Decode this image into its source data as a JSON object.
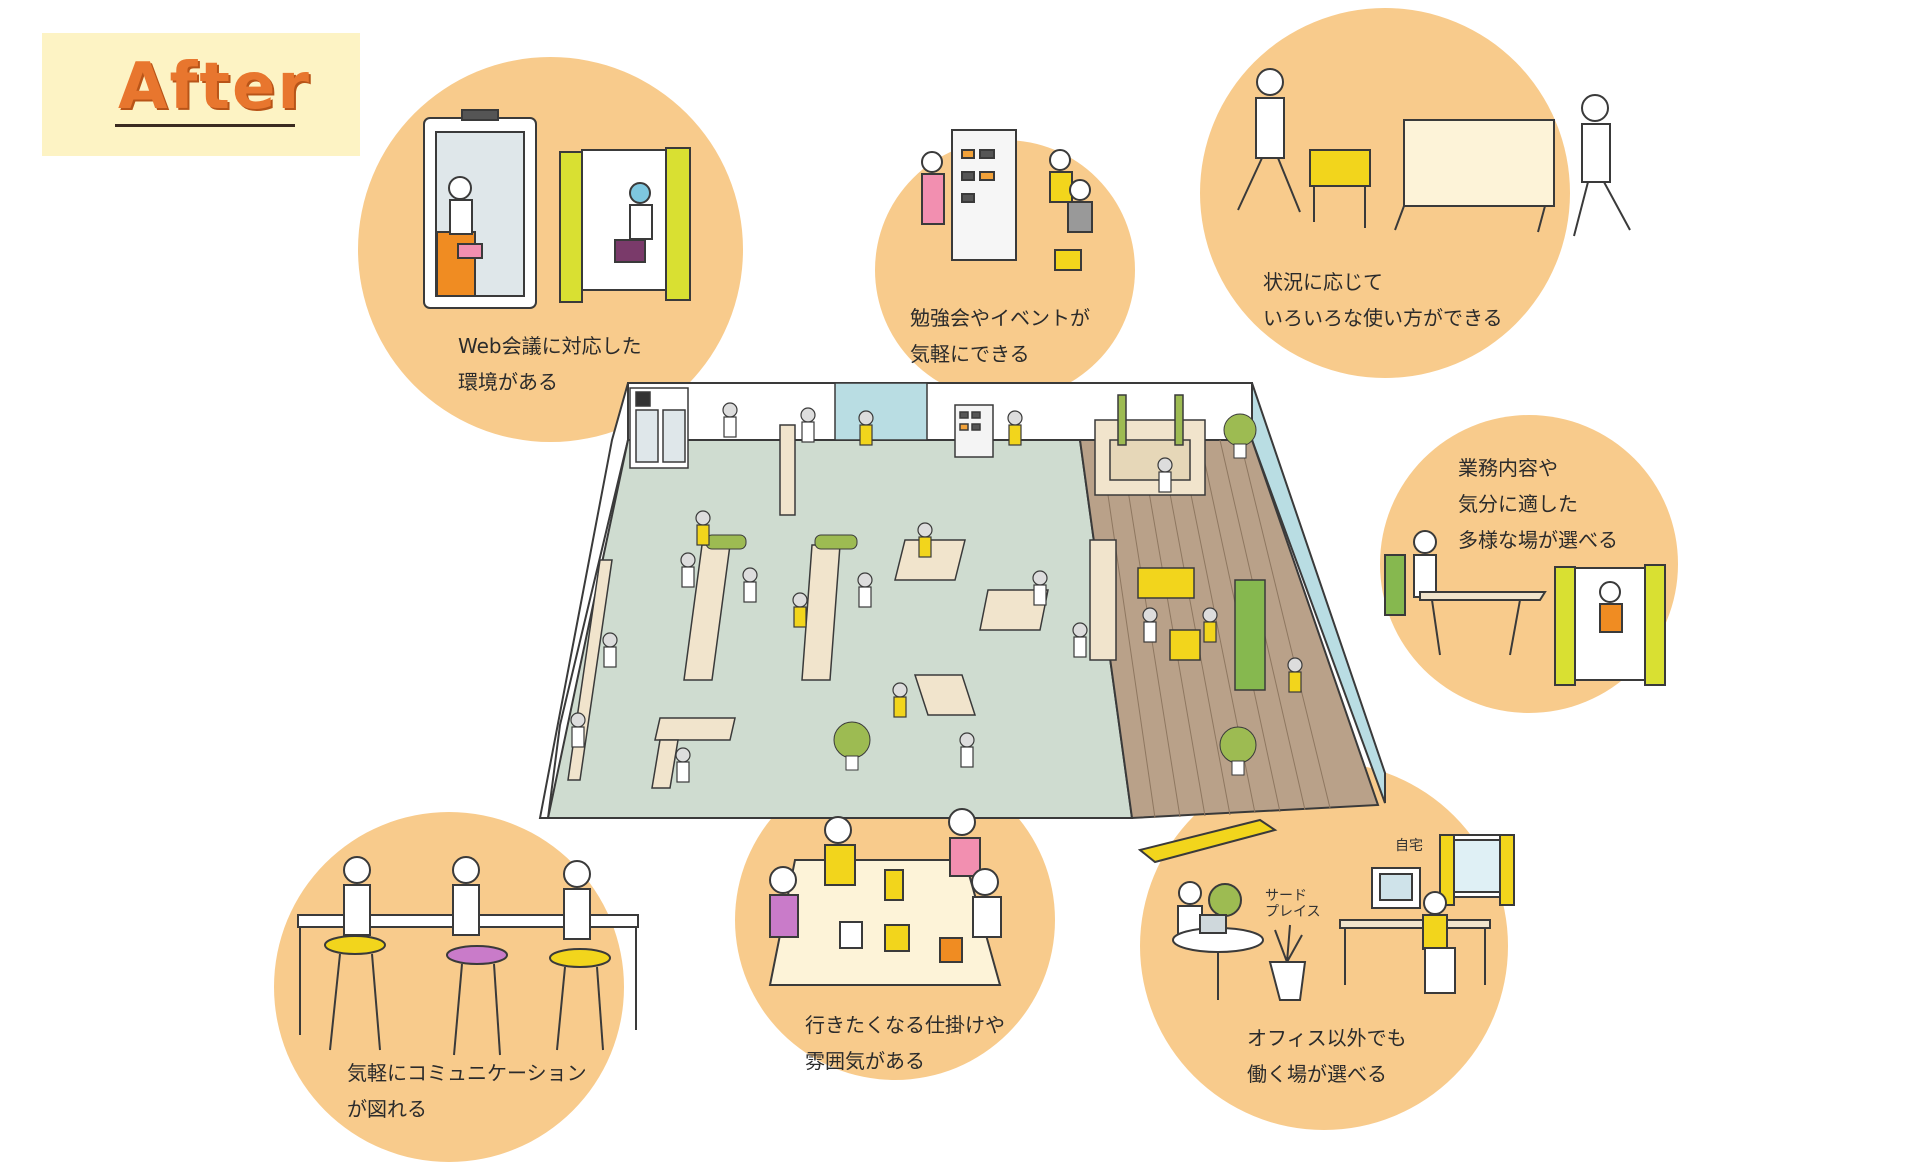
{
  "badge": {
    "label": "After"
  },
  "bubbles": {
    "web_meeting": {
      "line1": "Web会議に対応した",
      "line2": "環境がある"
    },
    "study_events": {
      "line1": "勉強会やイベントが",
      "line2": "気軽にできる"
    },
    "flexible_use": {
      "line1": "状況に応じて",
      "line2": "いろいろな使い方ができる"
    },
    "choose_place": {
      "line1": "業務内容や",
      "line2": "気分に適した",
      "line3": "多様な場が選べる"
    },
    "communication": {
      "line1": "気軽にコミュニケーション",
      "line2": "が図れる"
    },
    "atmosphere": {
      "line1": "行きたくなる仕掛けや",
      "line2": "雰囲気がある"
    },
    "remote_work": {
      "line1": "オフィス以外でも",
      "line2": "働く場が選べる",
      "home_label": "自宅",
      "third_place_line1": "サード",
      "third_place_line2": "プレイス"
    }
  },
  "colors": {
    "circle_fill": "#f8cb8c",
    "badge_bg": "#fdf3c4",
    "badge_text": "#e8762e",
    "floor_green": "#cfdcd0",
    "floor_wood": "#b9a189",
    "accent_yellow": "#f2d51c"
  }
}
